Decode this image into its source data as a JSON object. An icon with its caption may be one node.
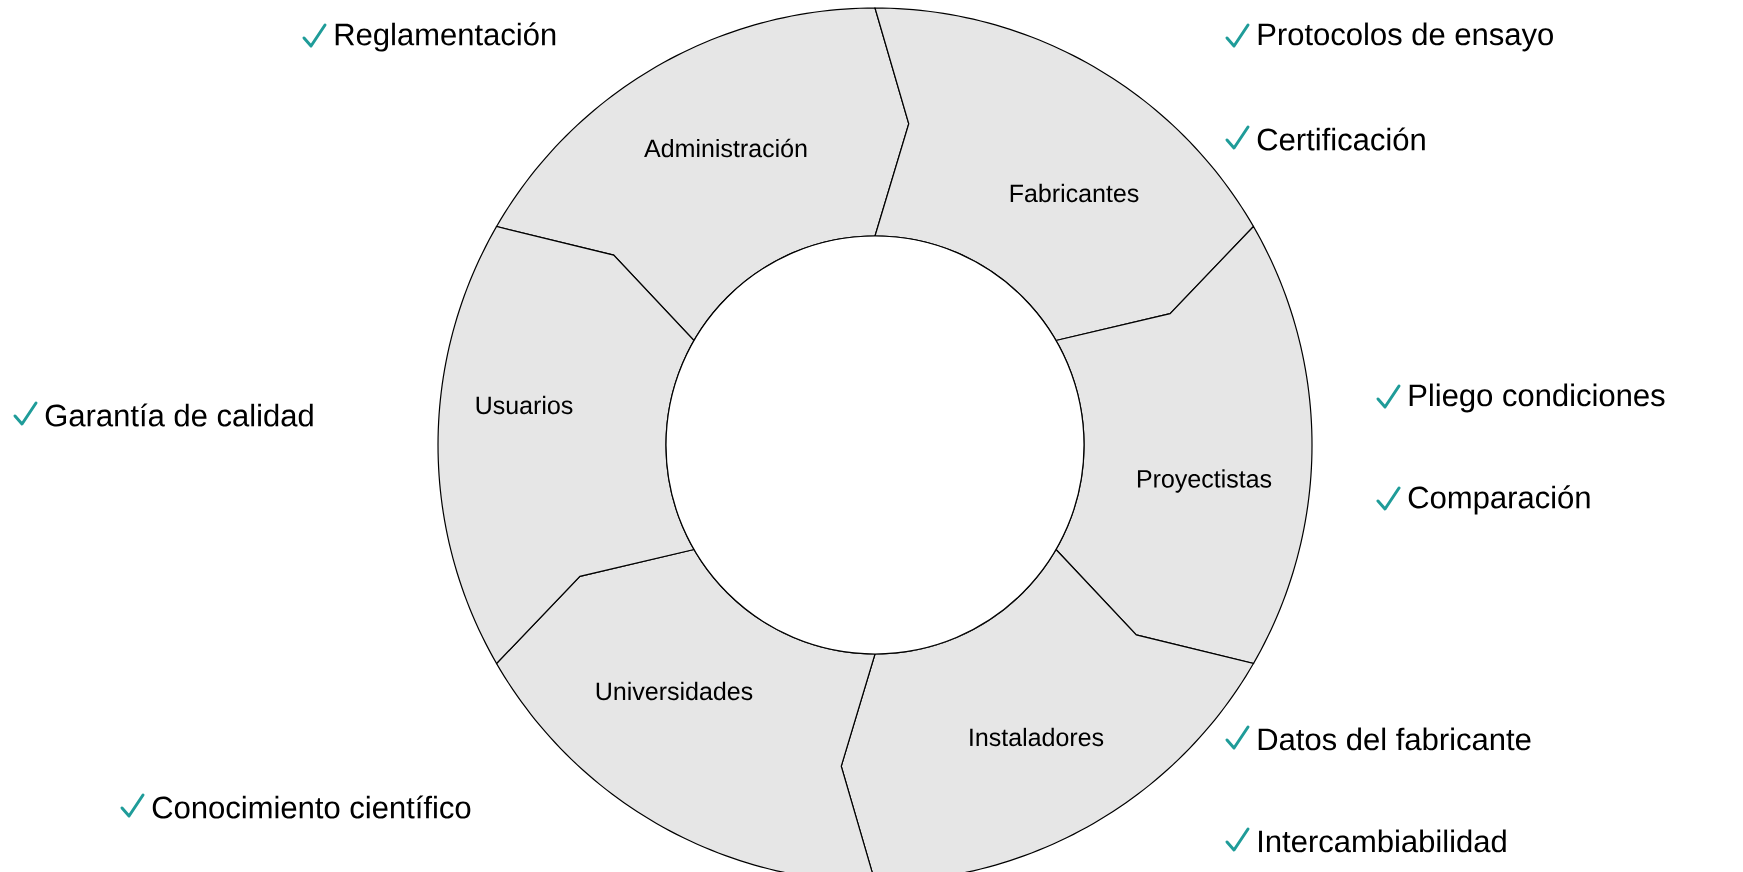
{
  "diagram": {
    "nodes": [
      {
        "text": [
          "Administración"
        ],
        "beside": [
          "Reglamentación"
        ]
      },
      {
        "text": [
          "Fabricantes"
        ],
        "beside": [
          "Protocolos de ensayo",
          "Certificación"
        ]
      },
      {
        "text": [
          "Proyectistas"
        ],
        "beside": [
          "Pliego condiciones",
          "Comparación"
        ]
      },
      {
        "text": [
          "Instaladores"
        ],
        "beside": [
          "Datos del fabricante",
          "Intercambiabilidad"
        ]
      },
      {
        "text": [
          "Universidades"
        ],
        "beside": [
          "Conocimiento científico"
        ]
      },
      {
        "text": [
          "Usuarios"
        ]
      },
      {
        "text": [],
        "shape": "circle"
      }
    ],
    "labels": [
      "Garantía de calidad"
    ]
  }
}
